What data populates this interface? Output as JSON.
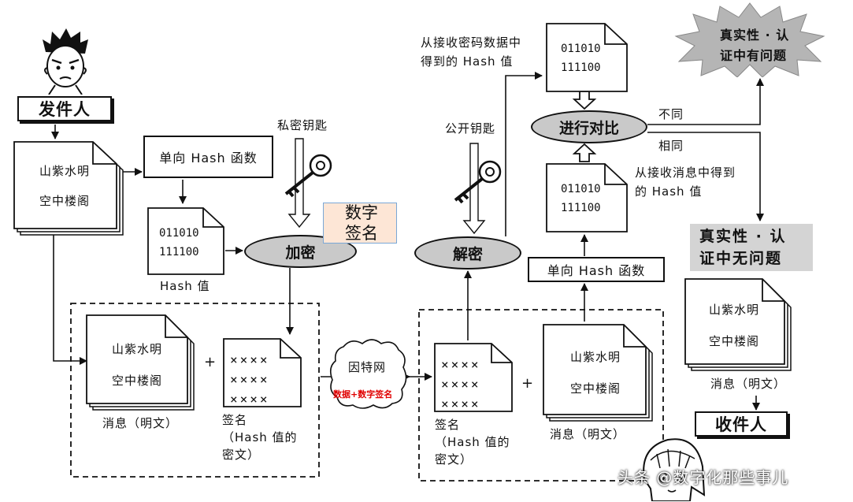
{
  "sender": {
    "label": "发件人"
  },
  "receiver": {
    "label": "收件人"
  },
  "message_lines": [
    "山紫水明",
    "空中楼阁"
  ],
  "hash_function": "单向 Hash 函数",
  "hash_bits": [
    "011010",
    "111100"
  ],
  "hash_value_label": "Hash 值",
  "private_key_label": "私密钥匙",
  "public_key_label": "公开钥匙",
  "encrypt_label": "加密",
  "decrypt_label": "解密",
  "digital_signature_callout": [
    "数字",
    "签名"
  ],
  "plus": "+",
  "x_rows": [
    "××××",
    "××××",
    "××××"
  ],
  "message_caption": "消息（明文）",
  "signature_caption": [
    "签名",
    "（Hash 值的",
    "密文）"
  ],
  "internet_label": "因特网",
  "internet_sub": "数据+数字签名",
  "compare_label": "进行对比",
  "diff_label": "不同",
  "same_label": "相同",
  "hash_from_cipher": [
    "从接收密码数据中",
    "得到的 Hash 值"
  ],
  "hash_from_message": [
    "从接收消息中得到",
    "的 Hash 值"
  ],
  "auth_bad": [
    "真实性 · 认",
    "证中有问题"
  ],
  "auth_ok": [
    "真实性 · 认",
    "证中无问题"
  ],
  "watermark": "头条 @数字化那些事儿",
  "colors": {
    "ellipse": "#c9c9c9",
    "internet_sub": "#e00000",
    "callout_bg": "#fde6d6",
    "callout_border": "#7aa7d6",
    "callout_arrow": "#e8742a",
    "star": "#b5b5b5"
  }
}
